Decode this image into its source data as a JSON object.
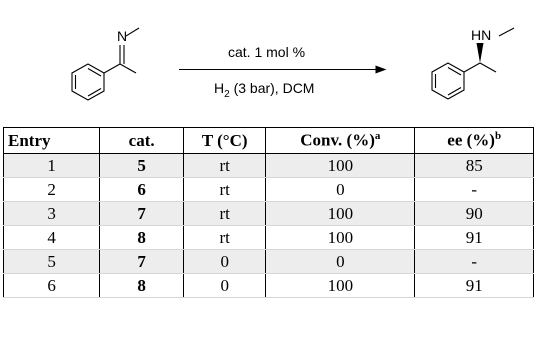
{
  "scheme": {
    "reactant_atom": "N",
    "product_atom": "HN",
    "reagent_top": "cat. 1 mol %",
    "reagent_bottom_pre": "H",
    "reagent_bottom_sub": "2",
    "reagent_bottom_post": " (3 bar), DCM"
  },
  "table": {
    "headers": [
      {
        "text": "Entry",
        "sup": ""
      },
      {
        "text": "cat.",
        "sup": ""
      },
      {
        "text": "T (°C)",
        "sup": ""
      },
      {
        "text": "Conv. (%)",
        "sup": "a"
      },
      {
        "text": "ee (%)",
        "sup": "b"
      }
    ],
    "rows": [
      [
        "1",
        "5",
        "rt",
        "100",
        "85"
      ],
      [
        "2",
        "6",
        "rt",
        "0",
        "-"
      ],
      [
        "3",
        "7",
        "rt",
        "100",
        "90"
      ],
      [
        "4",
        "8",
        "rt",
        "100",
        "91"
      ],
      [
        "5",
        "7",
        "0",
        "0",
        "-"
      ],
      [
        "6",
        "8",
        "0",
        "100",
        "91"
      ]
    ]
  }
}
